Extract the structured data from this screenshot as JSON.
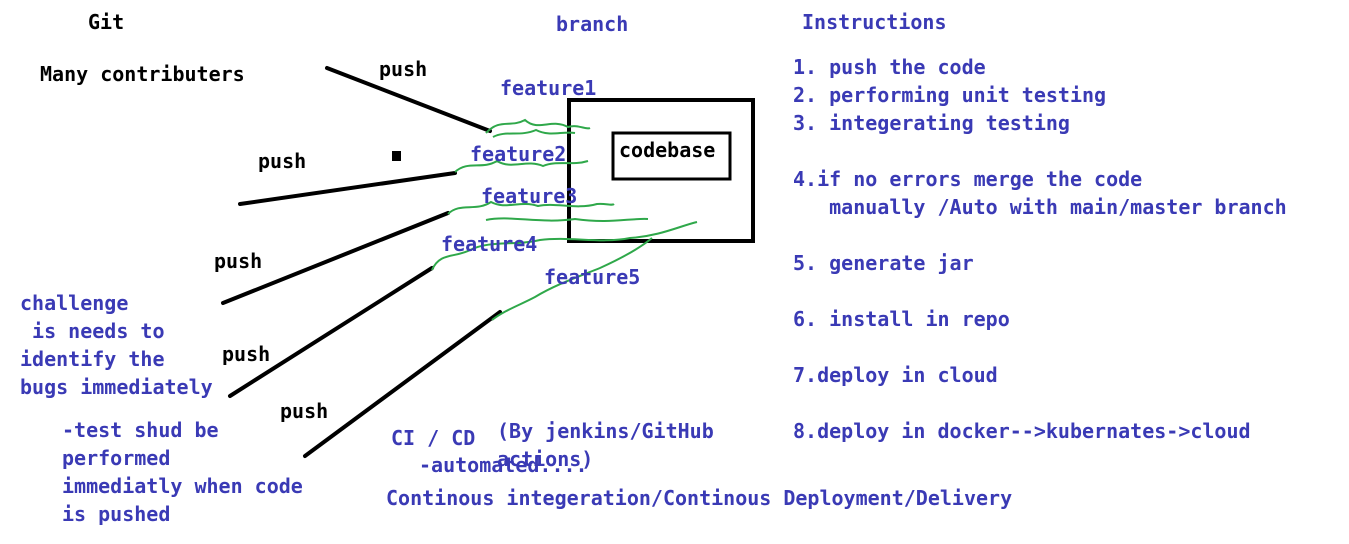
{
  "colors": {
    "text_dark": "#000000",
    "text_blue": "#3a3ab5",
    "wire": "#2fa84a"
  },
  "left": {
    "title": "Git",
    "contributors": "Many contributers",
    "push_labels": [
      "push",
      "push",
      "push",
      "push",
      "push"
    ],
    "challenge_lines": [
      "challenge",
      " is needs to",
      "identify the",
      "bugs immediately"
    ],
    "test_lines": [
      "-test shud be",
      "performed",
      "immediatly when code",
      "is pushed"
    ]
  },
  "center": {
    "branch_heading": "branch",
    "codebase": "codebase",
    "features": [
      "feature1",
      "feature2",
      "feature3",
      "feature4",
      "feature5"
    ],
    "jenkins_lines": [
      "(By jenkins/GitHub",
      "actions)"
    ],
    "cicd": "CI / CD",
    "automated": "-automated....",
    "cicd_full": "Continous integeration/Continous Deployment/Delivery"
  },
  "instructions": {
    "heading": "Instructions",
    "steps": [
      "1. push the code",
      "2. performing unit testing",
      "3. integerating testing",
      "4.if no errors merge the code",
      "   manually /Auto with main/master branch",
      "5. generate jar",
      "6. install in repo",
      "7.deploy in cloud",
      "8.deploy in docker-->kubernates->cloud"
    ]
  }
}
